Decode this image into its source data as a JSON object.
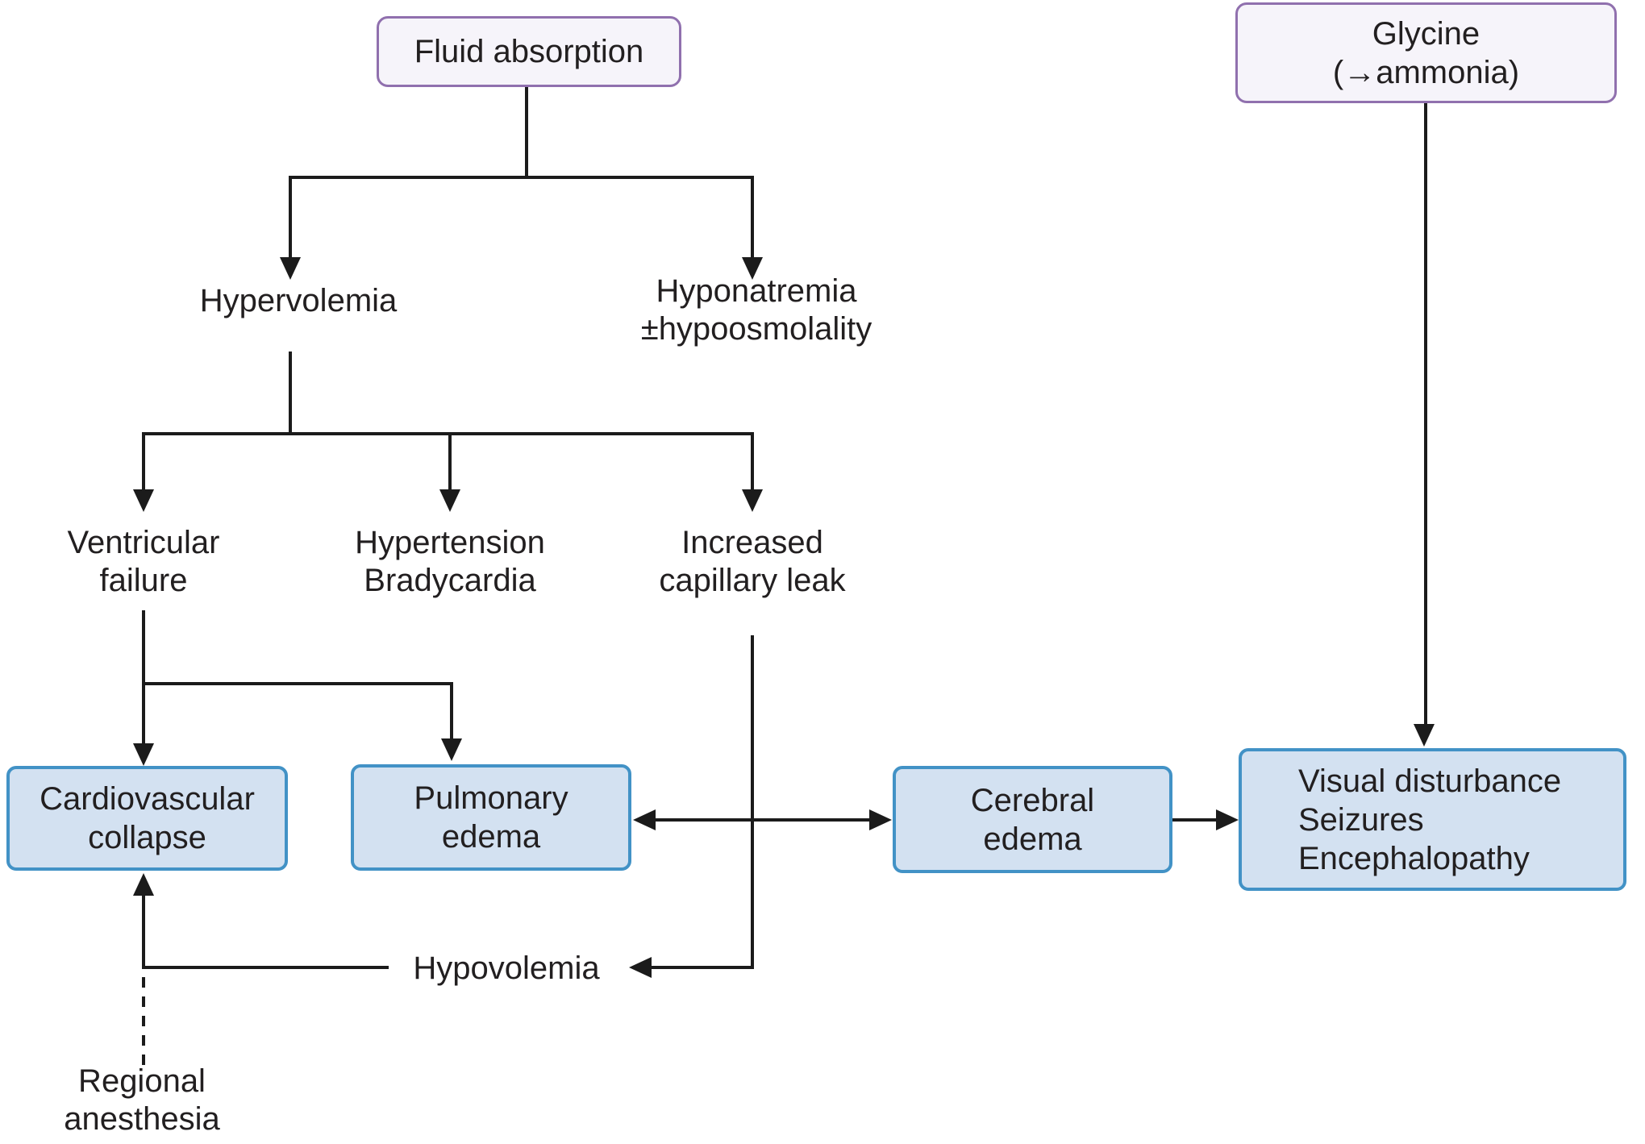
{
  "colors": {
    "background": "#ffffff",
    "line": "#1b1b1b",
    "text": "#221f20",
    "purple_box_border": "#9070ae",
    "purple_box_fill": "#f6f4fa",
    "blue_box_border": "#4292c6",
    "blue_box_fill": "#d3e1f1"
  },
  "nodes": {
    "fluid_absorption": {
      "label": "Fluid absorption"
    },
    "glycine": {
      "line1": "Glycine",
      "line2": "(→ammonia)"
    },
    "hypervolemia": {
      "label": "Hypervolemia"
    },
    "hyponatremia": {
      "line1": "Hyponatremia",
      "line2": "±hypoosmolality"
    },
    "ventricular_failure": {
      "line1": "Ventricular",
      "line2": "failure"
    },
    "hypertension_bradycardia": {
      "line1": "Hypertension",
      "line2": "Bradycardia"
    },
    "increased_capillary_leak": {
      "line1": "Increased",
      "line2": "capillary leak"
    },
    "cardiovascular_collapse": {
      "line1": "Cardiovascular",
      "line2": "collapse"
    },
    "pulmonary_edema": {
      "line1": "Pulmonary",
      "line2": "edema"
    },
    "cerebral_edema": {
      "line1": "Cerebral",
      "line2": "edema"
    },
    "visual_disturbance": {
      "line1": "Visual disturbance",
      "line2": "Seizures",
      "line3": "Encephalopathy"
    },
    "hypovolemia": {
      "label": "Hypovolemia"
    },
    "regional_anesthesia": {
      "line1": "Regional",
      "line2": "anesthesia"
    }
  },
  "edges": [
    {
      "from": "Fluid absorption",
      "to": "Hypervolemia",
      "style": "solid-arrow"
    },
    {
      "from": "Fluid absorption",
      "to": "Hyponatremia ±hypoosmolality",
      "style": "solid-arrow"
    },
    {
      "from": "Hypervolemia",
      "to": "Ventricular failure",
      "style": "solid-arrow"
    },
    {
      "from": "Hypervolemia",
      "to": "Hypertension Bradycardia",
      "style": "solid-arrow"
    },
    {
      "from": "Hyponatremia ±hypoosmolality",
      "to": "Increased capillary leak",
      "style": "solid-arrow"
    },
    {
      "from": "Ventricular failure",
      "to": "Cardiovascular collapse",
      "style": "solid-arrow"
    },
    {
      "from": "Ventricular failure",
      "to": "Pulmonary edema",
      "style": "solid-arrow"
    },
    {
      "from": "Increased capillary leak",
      "to": "Hypovolemia",
      "style": "solid-arrow"
    },
    {
      "from": "Hypovolemia",
      "to": "Cardiovascular collapse",
      "style": "solid-arrow"
    },
    {
      "from": "Regional anesthesia",
      "to": "Cardiovascular collapse",
      "style": "dashed"
    },
    {
      "from": "Pulmonary edema",
      "to": "Cerebral edema",
      "style": "double-arrow"
    },
    {
      "from": "Cerebral edema",
      "to": "Visual disturbance Seizures Encephalopathy",
      "style": "solid-arrow"
    },
    {
      "from": "Glycine (→ammonia)",
      "to": "Visual disturbance Seizures Encephalopathy",
      "style": "solid-arrow"
    }
  ]
}
